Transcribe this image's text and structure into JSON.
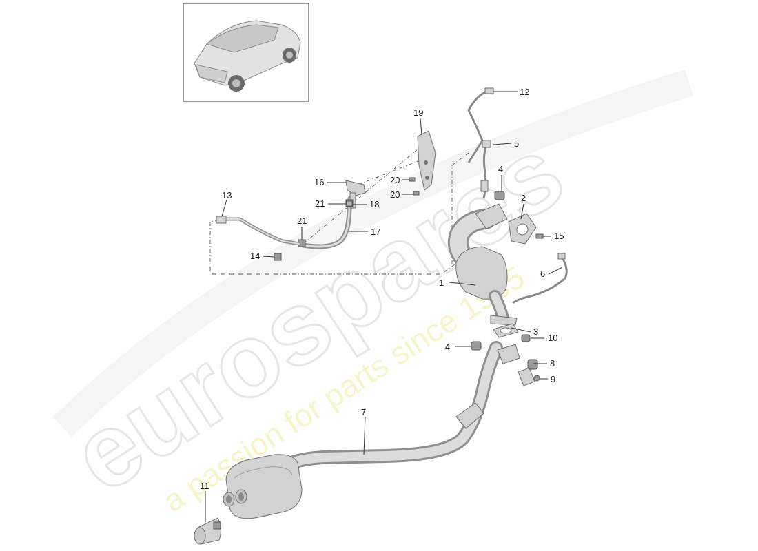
{
  "diagram": {
    "watermark": {
      "brand": "eurospares",
      "tagline": "a passion for parts since 1985"
    },
    "callouts": [
      {
        "id": "1",
        "text": "1"
      },
      {
        "id": "2",
        "text": "2"
      },
      {
        "id": "3",
        "text": "3"
      },
      {
        "id": "4a",
        "text": "4"
      },
      {
        "id": "4b",
        "text": "4"
      },
      {
        "id": "5",
        "text": "5"
      },
      {
        "id": "6",
        "text": "6"
      },
      {
        "id": "7",
        "text": "7"
      },
      {
        "id": "8",
        "text": "8"
      },
      {
        "id": "9",
        "text": "9"
      },
      {
        "id": "10",
        "text": "10"
      },
      {
        "id": "11",
        "text": "11"
      },
      {
        "id": "12",
        "text": "12"
      },
      {
        "id": "13",
        "text": "13"
      },
      {
        "id": "14",
        "text": "14"
      },
      {
        "id": "15",
        "text": "15"
      },
      {
        "id": "16",
        "text": "16"
      },
      {
        "id": "17",
        "text": "17"
      },
      {
        "id": "18",
        "text": "18"
      },
      {
        "id": "19",
        "text": "19"
      },
      {
        "id": "20a",
        "text": "20"
      },
      {
        "id": "20b",
        "text": "20"
      },
      {
        "id": "21a",
        "text": "21"
      },
      {
        "id": "21b",
        "text": "21"
      }
    ]
  }
}
